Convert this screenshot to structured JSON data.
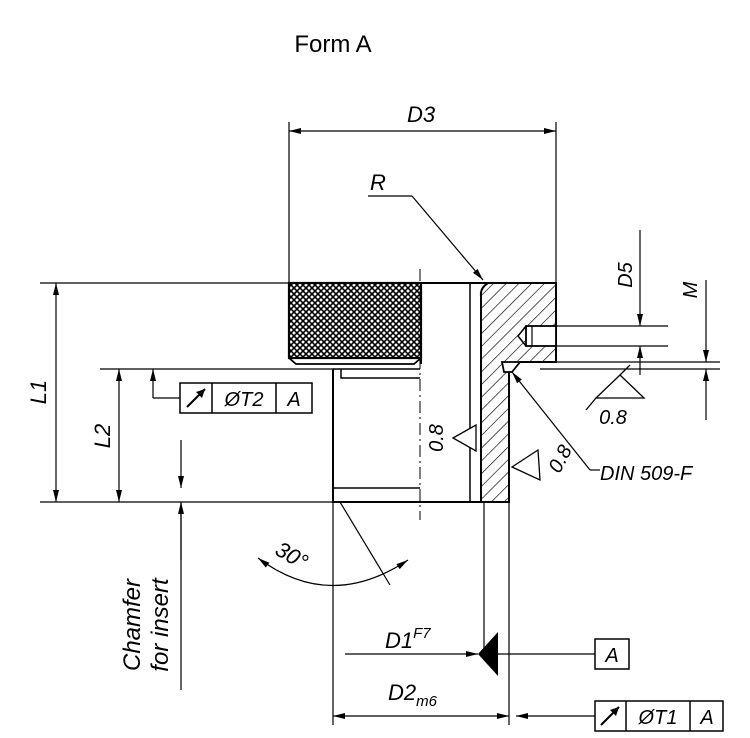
{
  "title": "Form A",
  "dims": {
    "d3": "D3",
    "r": "R",
    "d5": "D5",
    "m": "M",
    "l1": "L1",
    "l2": "L2",
    "angle": "30°",
    "d1": "D1",
    "d1_tol": "F7",
    "d2": "D2",
    "d2_tol": "m6",
    "undercut": "DIN 509-F"
  },
  "roughness": [
    "0.8",
    "0.8",
    "0.8"
  ],
  "datum": "A",
  "tolerance_frame_t2": {
    "value": "ØT2",
    "datum": "A"
  },
  "tolerance_frame_t1": {
    "value": "ØT1",
    "datum": "A"
  },
  "chamfer_note": [
    "Chamfer",
    "for insert"
  ]
}
